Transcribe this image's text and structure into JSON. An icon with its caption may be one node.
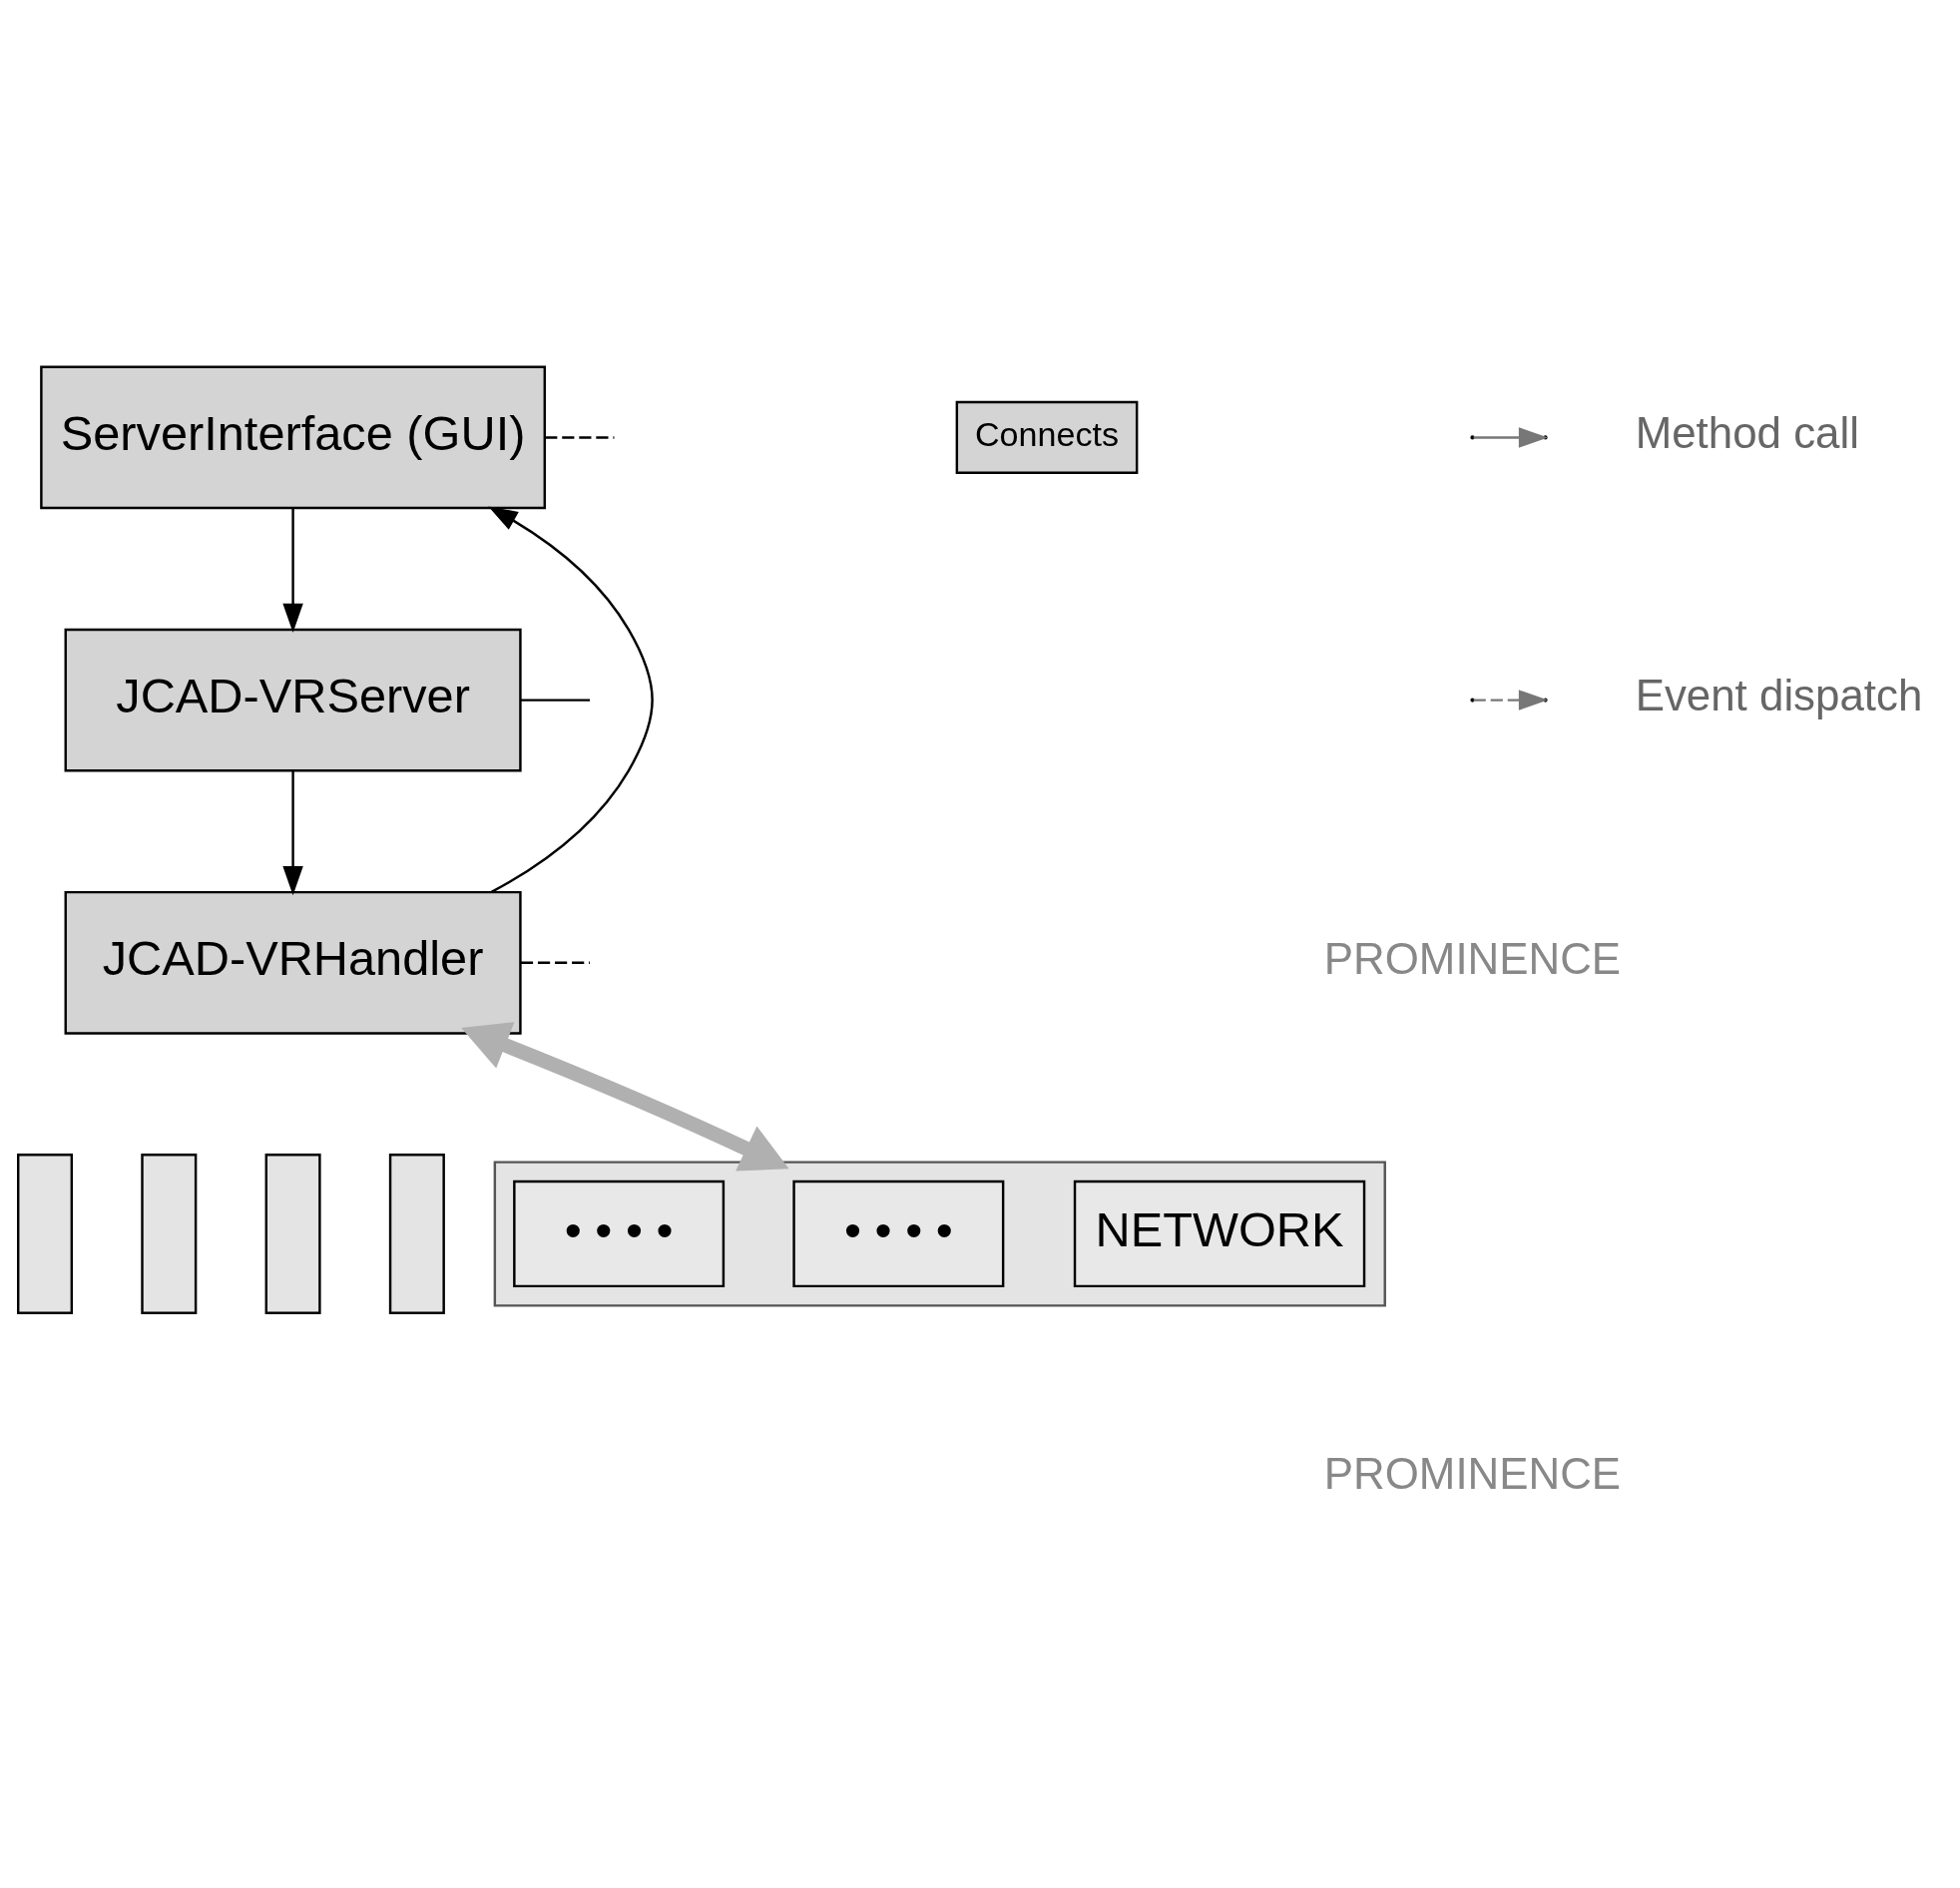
{
  "diagram": {
    "nodes": [
      {
        "text": [
          "ServerInterface (GUI)"
        ]
      },
      {
        "text": [
          "JCAD-VRServer"
        ]
      },
      {
        "text": [
          "Connects"
        ]
      },
      {
        "text": [
          "JCAD-VRHandler"
        ]
      },
      {
        "text": [],
        "shape": "box"
      },
      {
        "text": [],
        "shape": "box"
      },
      {
        "text": [],
        "shape": "box"
      },
      {
        "text": [],
        "shape": "box"
      },
      {
        "text": [],
        "shape": "arrow"
      },
      {
        "text": [
          "• • • •"
        ],
        "in": 8
      },
      {
        "text": [
          "• • • •"
        ],
        "in": 8
      },
      {
        "text": [
          "NETWORK"
        ],
        "in": 8
      }
    ],
    "edges": [
      {
        "from": 0,
        "to": 1,
        "arrow": "to"
      },
      {
        "from": 1,
        "to": 3,
        "arrow": "to"
      },
      {
        "from": 3,
        "to": 0,
        "arrow": "to"
      },
      {
        "from": 0,
        "to": null,
        "arrow": "none",
        "style": "dashed"
      },
      {
        "from": 1,
        "to": null,
        "arrow": "none"
      },
      {
        "from": 3,
        "to": null,
        "arrow": "none",
        "style": "dashed"
      },
      {
        "from": 3,
        "to": 8,
        "arrow": "both",
        "style": "thick",
        "color": "#b0b0b0"
      }
    ],
    "labels": [
      "PROMINENCE",
      "PROMINENCE"
    ],
    "legend": [
      {
        "text": "Method call"
      },
      {
        "text": "Event dispatch"
      }
    ]
  }
}
